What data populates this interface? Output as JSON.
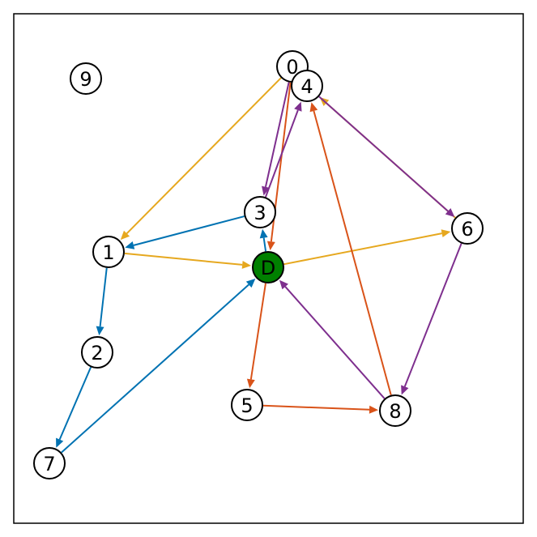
{
  "colors": {
    "background": "#ffffff",
    "frame": "#000000",
    "node_fill": "#ffffff",
    "node_stroke": "#000000",
    "depot_fill": "#008000",
    "blue": "#0072b2",
    "orange": "#e6a81f",
    "red": "#d95319",
    "purple": "#7e2f8e"
  },
  "nodes": [
    {
      "id": "n0",
      "label": "0"
    },
    {
      "id": "n1",
      "label": "1"
    },
    {
      "id": "n2",
      "label": "2"
    },
    {
      "id": "n3",
      "label": "3"
    },
    {
      "id": "n4",
      "label": "4"
    },
    {
      "id": "n5",
      "label": "5"
    },
    {
      "id": "n6",
      "label": "6"
    },
    {
      "id": "n7",
      "label": "7"
    },
    {
      "id": "n8",
      "label": "8"
    },
    {
      "id": "n9",
      "label": "9"
    },
    {
      "id": "nD",
      "label": "D",
      "depot": true
    }
  ],
  "edges": [
    {
      "from": "nD",
      "to": "n3",
      "color": "blue"
    },
    {
      "from": "n3",
      "to": "n1",
      "color": "blue"
    },
    {
      "from": "n1",
      "to": "n2",
      "color": "blue"
    },
    {
      "from": "n2",
      "to": "n7",
      "color": "blue"
    },
    {
      "from": "n7",
      "to": "nD",
      "color": "blue"
    },
    {
      "from": "nD",
      "to": "n6",
      "color": "orange"
    },
    {
      "from": "n6",
      "to": "n4",
      "color": "orange"
    },
    {
      "from": "n0",
      "to": "n1",
      "color": "orange"
    },
    {
      "from": "n1",
      "to": "nD",
      "color": "orange"
    },
    {
      "from": "nD",
      "to": "n5",
      "color": "red"
    },
    {
      "from": "n5",
      "to": "n8",
      "color": "red"
    },
    {
      "from": "n8",
      "to": "n4",
      "color": "red"
    },
    {
      "from": "n0",
      "to": "nD",
      "color": "red"
    },
    {
      "from": "n3",
      "to": "n4",
      "color": "purple"
    },
    {
      "from": "n4",
      "to": "n6",
      "color": "purple"
    },
    {
      "from": "n6",
      "to": "n8",
      "color": "purple"
    },
    {
      "from": "n8",
      "to": "nD",
      "color": "purple"
    },
    {
      "from": "n0",
      "to": "n3",
      "color": "purple"
    }
  ]
}
